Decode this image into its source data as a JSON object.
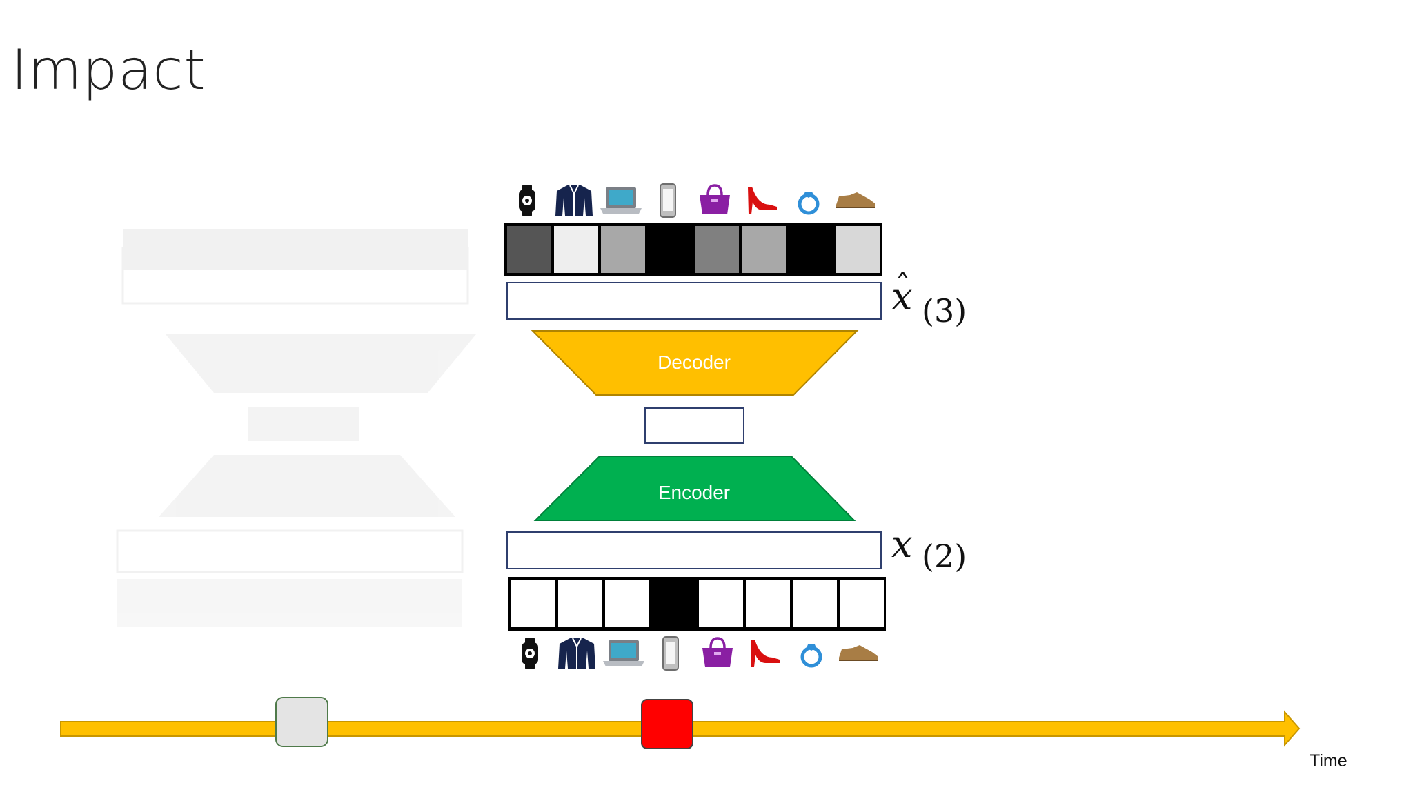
{
  "slide": {
    "title": "Impact"
  },
  "items": [
    {
      "name": "watch-icon"
    },
    {
      "name": "jacket-icon"
    },
    {
      "name": "laptop-icon"
    },
    {
      "name": "phone-icon"
    },
    {
      "name": "handbag-icon"
    },
    {
      "name": "high-heel-icon"
    },
    {
      "name": "ring-icon"
    },
    {
      "name": "shoe-icon"
    }
  ],
  "output_vector": {
    "label_base": "x",
    "label_hat": "ˆ",
    "label_subscript": "(3)",
    "cell_colors": [
      "#555555",
      "#eeeeee",
      "#a8a8a8",
      "#000000",
      "#808080",
      "#a8a8a8",
      "#000000",
      "#d8d8d8"
    ]
  },
  "input_vector": {
    "label_base": "x",
    "label_subscript": "(2)",
    "cell_colors": [
      "#ffffff",
      "#ffffff",
      "#ffffff",
      "#000000",
      "#ffffff",
      "#ffffff",
      "#ffffff",
      "#ffffff"
    ]
  },
  "decoder": {
    "label": "Decoder",
    "color": "#ffbf00"
  },
  "encoder": {
    "label": "Encoder",
    "color": "#00b050"
  },
  "timeline": {
    "label": "Time",
    "arrow_color": "#ffc000",
    "markers": [
      {
        "name": "previous-time-marker",
        "color": "#e4e4e4"
      },
      {
        "name": "current-time-marker",
        "color": "#ff0000"
      }
    ]
  }
}
